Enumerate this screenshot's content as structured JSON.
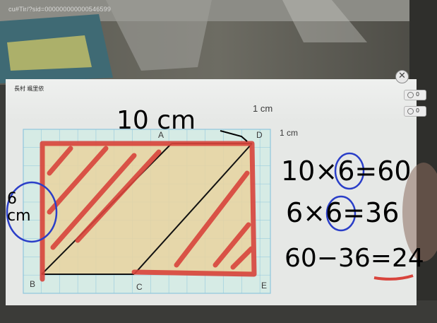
{
  "browser": {
    "url_fragment": "cu#Tir/?sid=000000000000546599"
  },
  "app": {
    "student_name": "長村 颯里依"
  },
  "toolbar": {
    "close_glyph": "✕",
    "counts": [
      "0",
      "0"
    ]
  },
  "diagram": {
    "vertices": {
      "A": "A",
      "B": "B",
      "C": "C",
      "D": "D",
      "E": "E"
    },
    "unit_labels": {
      "grid_unit_top": "1 cm",
      "grid_unit_right": "1 cm"
    },
    "colors": {
      "grid_bg": "#d6ebe5",
      "grid_line": "#8fc6dc",
      "parallelogram": "#e9d4a0",
      "red_ink": "#d8443c",
      "blue_ink": "#2a3ec8"
    }
  },
  "handwriting": {
    "width_label": "10 cm",
    "height_label": "6 cm",
    "lines": [
      "10×6=60",
      "6×6=36",
      "60−36=24"
    ]
  }
}
